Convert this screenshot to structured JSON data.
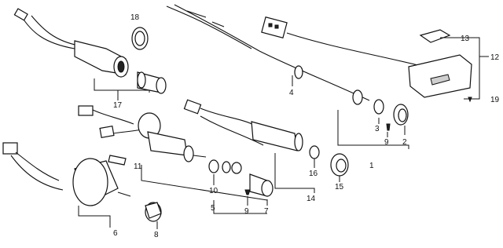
{
  "callouts": [
    {
      "id": "18",
      "text": "18"
    },
    {
      "id": "17",
      "text": "17"
    },
    {
      "id": "4",
      "text": "4"
    },
    {
      "id": "13",
      "text": "13"
    },
    {
      "id": "12",
      "text": "12"
    },
    {
      "id": "19",
      "text": "19"
    },
    {
      "id": "3",
      "text": "3"
    },
    {
      "id": "9a",
      "text": "9"
    },
    {
      "id": "2",
      "text": "2"
    },
    {
      "id": "1",
      "text": "1"
    },
    {
      "id": "16",
      "text": "16"
    },
    {
      "id": "15",
      "text": "15"
    },
    {
      "id": "14",
      "text": "14"
    },
    {
      "id": "11",
      "text": "11"
    },
    {
      "id": "10",
      "text": "10"
    },
    {
      "id": "5",
      "text": "5"
    },
    {
      "id": "9b",
      "text": "9"
    },
    {
      "id": "7",
      "text": "7"
    },
    {
      "id": "6",
      "text": "6"
    },
    {
      "id": "8",
      "text": "8"
    }
  ]
}
